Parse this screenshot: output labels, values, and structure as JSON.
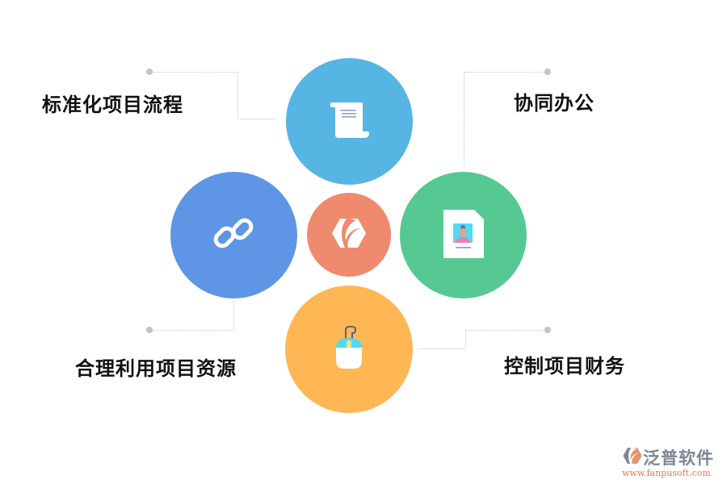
{
  "diagram": {
    "center": {
      "icon": "fanpu-logo-icon",
      "color": "#EF8A6E"
    },
    "nodes": [
      {
        "id": "top",
        "label": "标准化项目流程",
        "icon": "scroll-document-icon",
        "color": "#57B5E3"
      },
      {
        "id": "right",
        "label": "协同办公",
        "icon": "id-card-profile-icon",
        "color": "#56C993"
      },
      {
        "id": "left",
        "label": "合理利用项目资源",
        "icon": "chain-link-icon",
        "color": "#5E95E4"
      },
      {
        "id": "bottom",
        "label": "控制项目财务",
        "icon": "computer-mouse-icon",
        "color": "#FFB655"
      }
    ]
  },
  "watermark": {
    "brand": "泛普软件",
    "url": "www.fanpusoft.com"
  }
}
